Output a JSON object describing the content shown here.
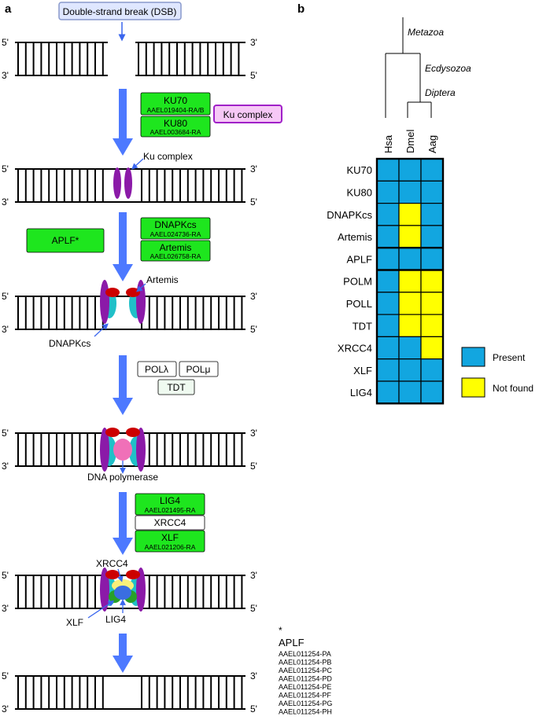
{
  "panel_a": {
    "label": "a",
    "dsb_label": "Double-strand break (DSB)",
    "end5": "5'",
    "end3": "3'",
    "step1": {
      "ku70": "KU70",
      "ku70_id": "AAEL019404-RA/B",
      "ku80": "KU80",
      "ku80_id": "AAEL003684-RA",
      "ku_complex_box": "Ku complex",
      "ku_complex_label": "Ku complex"
    },
    "step2": {
      "aplf": "APLF*",
      "dnapkcs": "DNAPKcs",
      "dnapkcs_id": "AAEL024736-RA",
      "artemis": "Artemis",
      "artemis_id": "AAEL026758-RA",
      "artemis_label": "Artemis",
      "dnapkcs_label": "DNAPKcs"
    },
    "step3": {
      "pol_lambda": "POLλ",
      "pol_mu": "POLμ",
      "tdt": "TDT",
      "dna_polymerase_label": "DNA polymerase"
    },
    "step4": {
      "lig4": "LIG4",
      "lig4_id": "AAEL021495-RA",
      "xrcc4": "XRCC4",
      "xlf": "XLF",
      "xlf_id": "AAEL021206-RA",
      "xrcc4_label": "XRCC4",
      "xlf_label": "XLF",
      "lig4_label": "LIG4"
    },
    "footnote": {
      "star": "*",
      "title": "APLF",
      "ids": [
        "AAEL011254-PA",
        "AAEL011254-PB",
        "AAEL011254-PC",
        "AAEL011254-PD",
        "AAEL011254-PE",
        "AAEL011254-PF",
        "AAEL011254-PG",
        "AAEL011254-PH"
      ]
    }
  },
  "panel_b": {
    "label": "b",
    "tree": {
      "metazoa": "Metazoa",
      "ecdysozoa": "Ecdysozoa",
      "diptera": "Diptera"
    },
    "species": [
      "Hsa",
      "Dmel",
      "Aag"
    ],
    "genes": [
      "KU70",
      "KU80",
      "DNAPKcs",
      "Artemis",
      "APLF",
      "POLM",
      "POLL",
      "TDT",
      "XRCC4",
      "XLF",
      "LIG4"
    ],
    "matrix": [
      [
        1,
        1,
        1
      ],
      [
        1,
        1,
        1
      ],
      [
        1,
        0,
        1
      ],
      [
        1,
        0,
        1
      ],
      [
        1,
        1,
        1
      ],
      [
        1,
        0,
        0
      ],
      [
        1,
        0,
        0
      ],
      [
        1,
        0,
        0
      ],
      [
        1,
        1,
        0
      ],
      [
        1,
        1,
        1
      ],
      [
        1,
        1,
        1
      ]
    ],
    "legend": {
      "present": "Present",
      "not_found": "Not found"
    },
    "colors": {
      "present": "#12a6e0",
      "not_found": "#ffff00"
    }
  },
  "colors": {
    "arrow": "#4d79ff",
    "green_box": "#1ee61e",
    "ku_box_fill": "#f6c8f6",
    "ku_box_stroke": "#a020c8",
    "purple": "#8b1aa8",
    "teal": "#20c0c8",
    "red": "#cc0000",
    "pink": "#f070b8",
    "yellow_prot": "#f8f07a",
    "green_prot": "#28a028",
    "blue_prot": "#3a6ee0",
    "dsb_fill": "#dfe7ff",
    "dsb_stroke": "#8899cc"
  }
}
